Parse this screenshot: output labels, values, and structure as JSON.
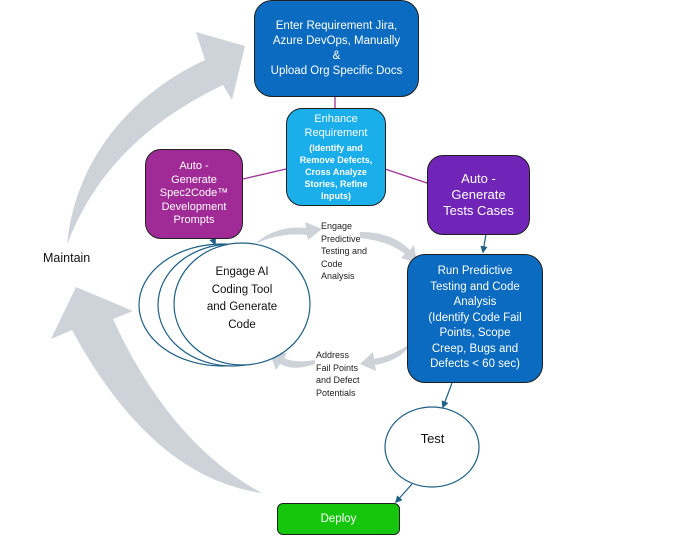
{
  "colors": {
    "dark_blue": "#0A6BC0",
    "light_blue": "#1AAEEB",
    "magenta": "#A12B96",
    "violet": "#7025B8",
    "green": "#16C60C",
    "gray_arrow": "#CDD3D9",
    "connector_teal": "#1E5F86",
    "connector_purple": "#A03197"
  },
  "nodes": {
    "enter_requirement": {
      "lines": [
        "Enter Requirement Jira,",
        "Azure DevOps, Manually",
        "&",
        "Upload Org Specific Docs"
      ]
    },
    "enhance_requirement": {
      "title_lines": [
        "Enhance",
        "Requirement"
      ],
      "detail_lines": [
        "(Identify and",
        "Remove Defects,",
        "Cross Analyze",
        "Stories, Refine",
        "Inputs)"
      ]
    },
    "auto_generate_prompts": {
      "lines": [
        "Auto -",
        "Generate",
        "Spec2Code™",
        "Development",
        "Prompts"
      ]
    },
    "auto_generate_tests": {
      "lines": [
        "Auto -",
        "Generate",
        "Tests Cases"
      ]
    },
    "engage_ai_coding": {
      "lines": [
        "Engage AI",
        "Coding Tool",
        "and Generate",
        "Code"
      ]
    },
    "run_predictive_testing": {
      "lines": [
        "Run Predictive",
        "Testing and Code",
        "Analysis",
        "(Identify Code Fail",
        "Points, Scope",
        "Creep, Bugs  and",
        "Defects < 60 sec)"
      ]
    },
    "test": {
      "label": "Test"
    },
    "deploy": {
      "label": "Deploy"
    }
  },
  "annotations": {
    "engage_predictive": [
      "Engage",
      "Predictive",
      "Testing and",
      "Code",
      "Analysis"
    ],
    "address_fail_points": [
      "Address",
      "Fail Points",
      "and Defect",
      "Potentials"
    ],
    "maintain": "Maintain"
  }
}
